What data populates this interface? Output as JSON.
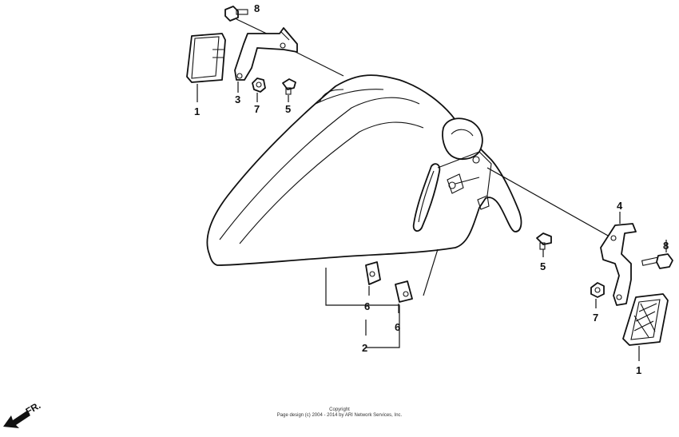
{
  "callouts": {
    "reflector_left": "1",
    "reflector_right": "1",
    "fender_assembly": "2",
    "stay_left": "3",
    "stay_right": "4",
    "screw_left": "5",
    "screw_right": "5",
    "clip_a": "6",
    "clip_b": "6",
    "nut_left": "7",
    "nut_right": "7",
    "bolt_left": "8",
    "bolt_right": "8"
  },
  "direction": {
    "label": "FR."
  },
  "copyright": {
    "line1": "Copyright",
    "line2": "Page design (c) 2004 - 2014 by ARI Network Services, Inc."
  }
}
